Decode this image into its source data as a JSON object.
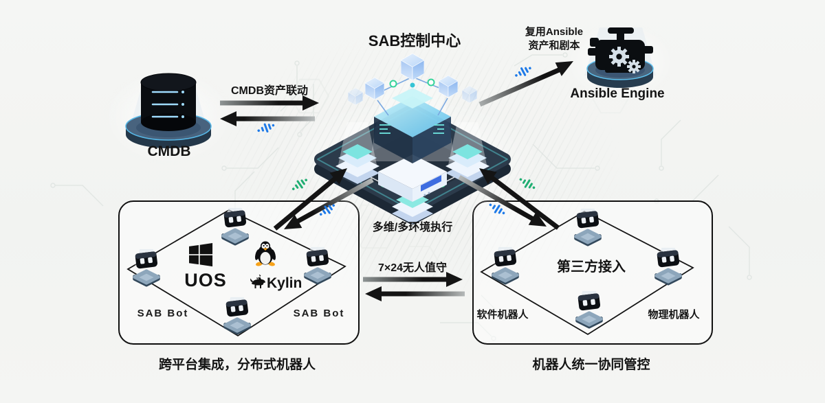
{
  "title": "SAB控制中心",
  "cmdb": {
    "label": "CMDB",
    "link_label": "CMDB资产联动"
  },
  "ansible": {
    "label": "Ansible Engine",
    "note_line1": "复用Ansible",
    "note_line2": "资产和剧本"
  },
  "flows": {
    "exec_label": "多维/多环境执行",
    "unattended_label": "7×24无人值守"
  },
  "left_box": {
    "caption": "跨平台集成，分布式机器人",
    "sab_bot_left": "SAB Bot",
    "sab_bot_right": "SAB Bot",
    "uos_label": "UOS",
    "kylin_label": "Kylin"
  },
  "right_box": {
    "caption": "机器人统一协同管控",
    "center_label": "第三方接入",
    "bottom_left_label": "软件机器人",
    "bottom_right_label": "物理机器人"
  },
  "colors": {
    "signal_blue": "#1e7ae8",
    "signal_green": "#1fae72",
    "arrow_black": "#141414",
    "chip_body": "#2c3b4b",
    "glow_cyan": "#4fd8d4"
  }
}
